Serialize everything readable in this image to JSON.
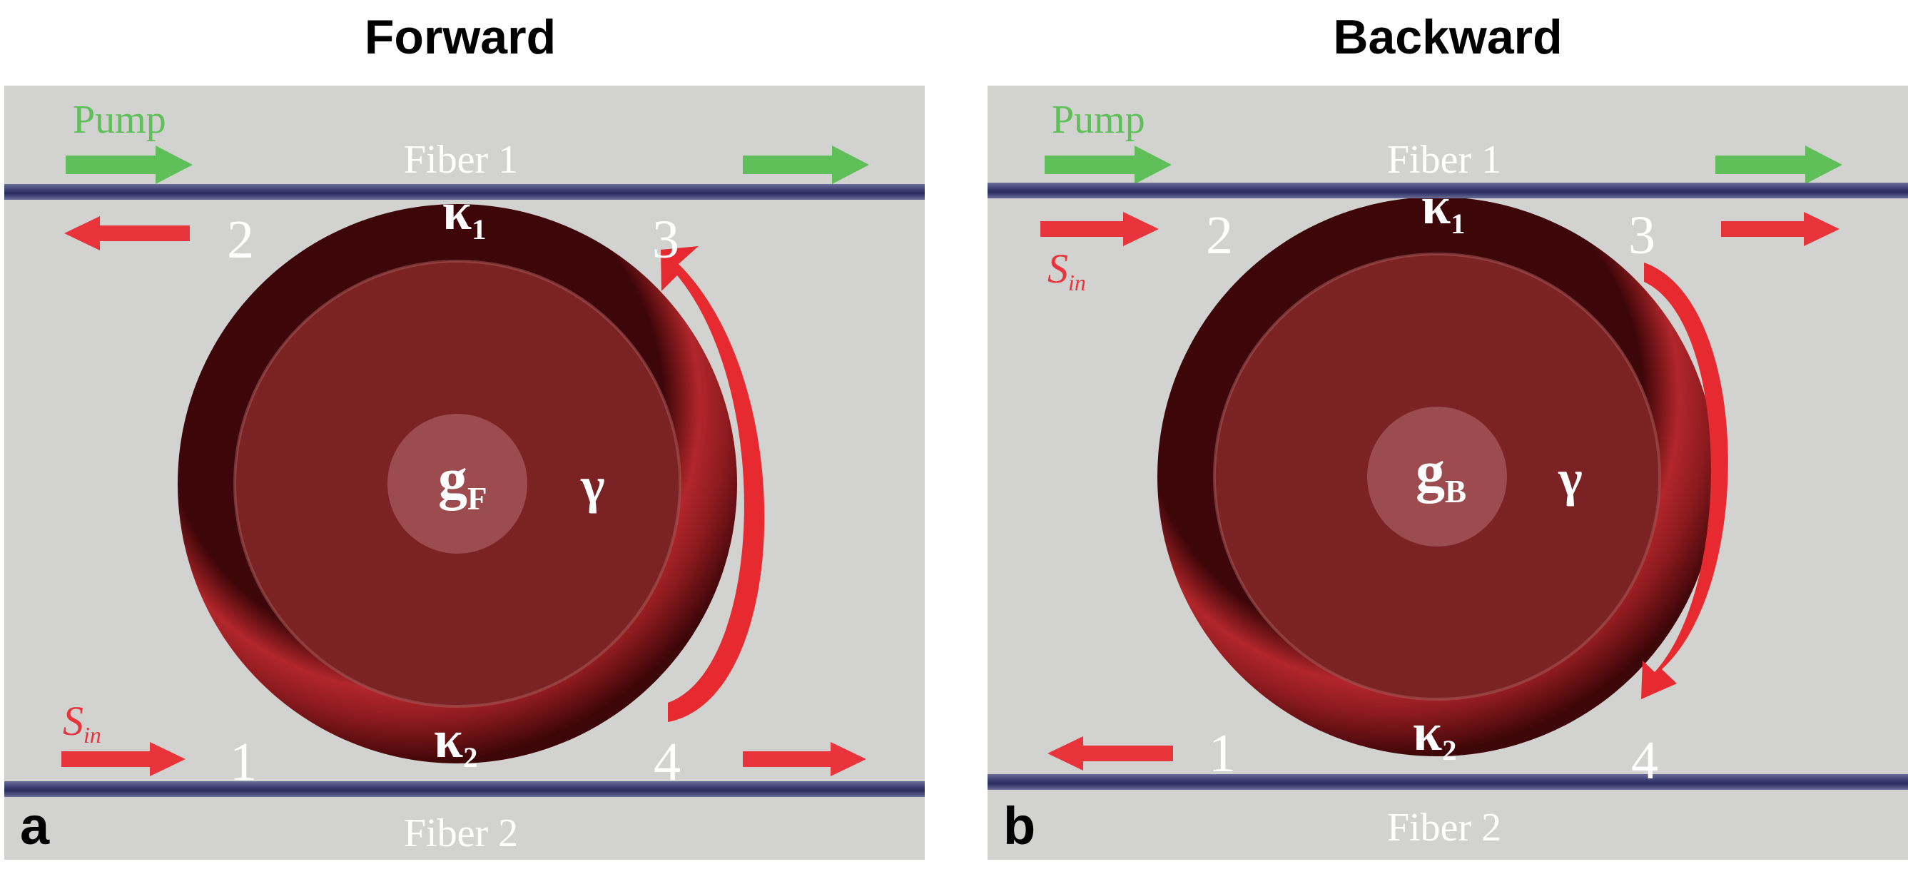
{
  "panels": [
    {
      "title": "Forward",
      "letter": "a",
      "fiber_top": "Fiber 1",
      "fiber_bottom": "Fiber 2",
      "pump_label": "Pump",
      "port_1": "1",
      "port_2": "2",
      "port_3": "3",
      "port_4": "4",
      "kappa_top": "κ",
      "kappa_top_sub": "1",
      "kappa_bottom": "κ",
      "kappa_bottom_sub": "2",
      "gain": "g",
      "gain_sub": "F",
      "loss": "γ",
      "signal": "S",
      "signal_sub": "in"
    },
    {
      "title": "Backward",
      "letter": "b",
      "fiber_top": "Fiber 1",
      "fiber_bottom": "Fiber 2",
      "pump_label": "Pump",
      "port_1": "1",
      "port_2": "2",
      "port_3": "3",
      "port_4": "4",
      "kappa_top": "κ",
      "kappa_top_sub": "1",
      "kappa_bottom": "κ",
      "kappa_bottom_sub": "2",
      "gain": "g",
      "gain_sub": "B",
      "loss": "γ",
      "signal": "S",
      "signal_sub": "in"
    }
  ],
  "colors": {
    "background": "#d2d2d0",
    "fiber": "#3a3c70",
    "ring": "#8a1a1e",
    "ring_inner": "#7a2224",
    "pump_arrow": "#5fc05a",
    "signal_arrow": "#e8343a",
    "label": "#ffffff"
  }
}
